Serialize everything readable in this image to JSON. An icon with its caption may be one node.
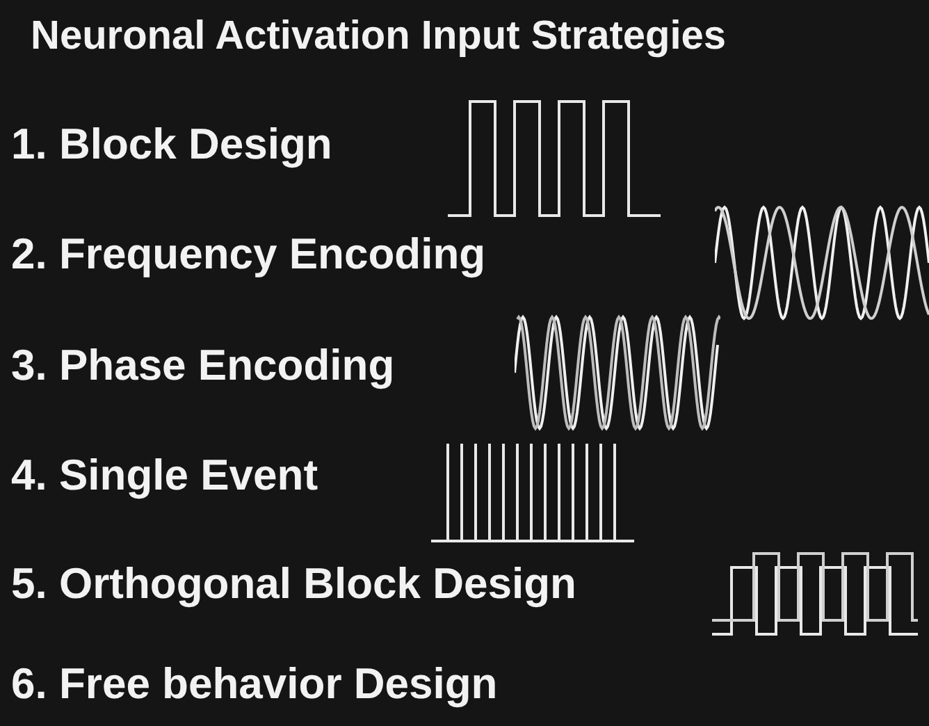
{
  "diagram": {
    "title": "Neuronal Activation Input Strategies",
    "labels": [
      "1. Block Design",
      "2. Frequency Encoding",
      "3. Phase Encoding",
      "4. Single Event",
      "5. Orthogonal Block Design",
      "6. Free behavior Design"
    ]
  }
}
